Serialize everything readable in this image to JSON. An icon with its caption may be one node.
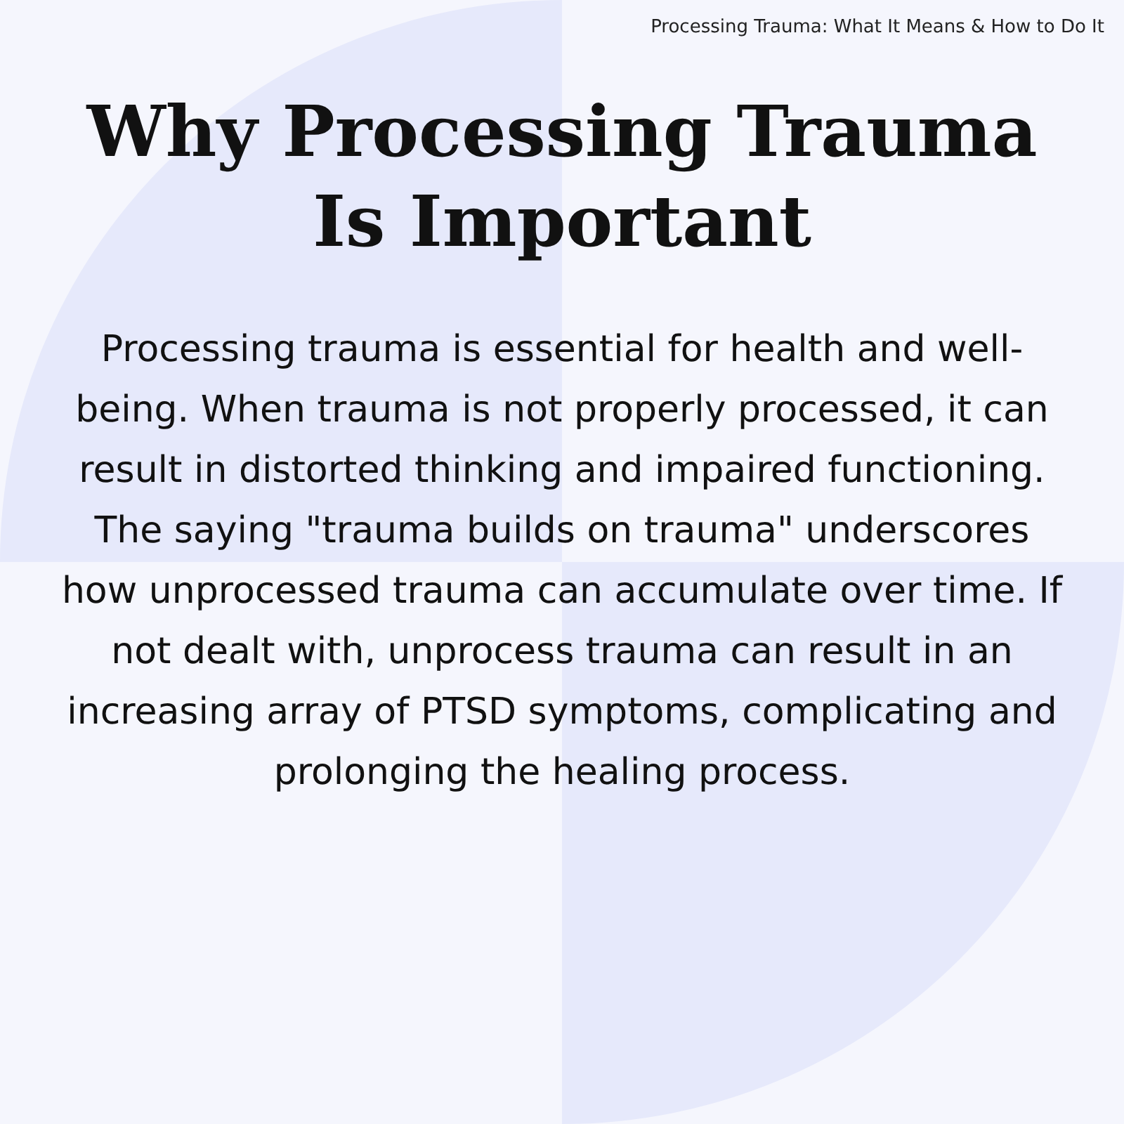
{
  "diagram": {
    "title": "Why Processing Trauma Is Important",
    "labels": [
      "Processing Trauma: What It Means & How to Do It",
      "Processing trauma is essential for health and well-being. When trauma is not properly processed, it can result in distorted thinking and impaired functioning. The saying \"trauma builds on trauma\" underscores how unprocessed trauma can accumulate over time. If not dealt with, unprocess trauma can result in an increasing array of PTSD symptoms, complicating and prolonging the healing process."
    ]
  }
}
